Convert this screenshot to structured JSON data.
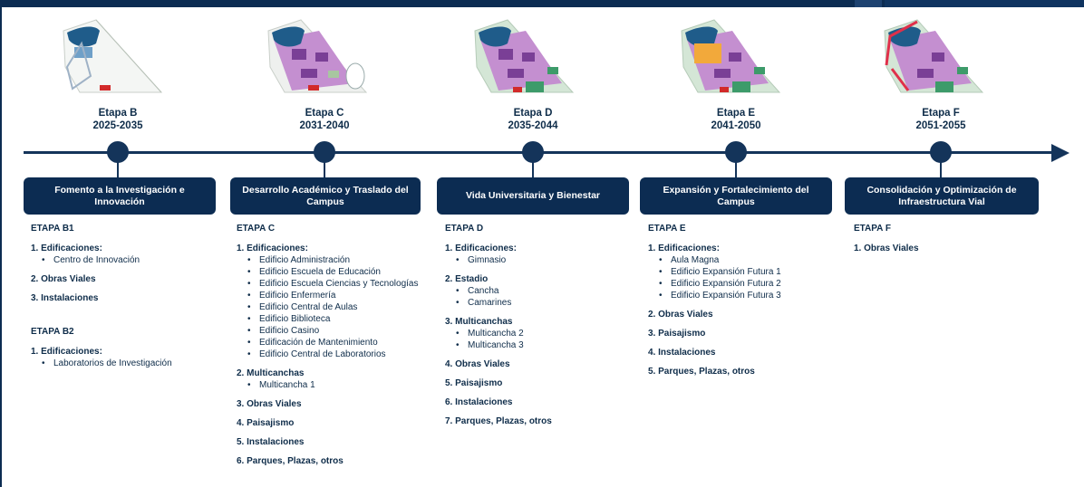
{
  "colors": {
    "navy": "#0c2c52",
    "line": "#14345a",
    "text": "#0f2d4a"
  },
  "stages": [
    {
      "title": "Etapa B",
      "years": "2025-2035",
      "banner": "Fomento a la Investigación e Innovación",
      "sections": [
        {
          "title": "ETAPA B1",
          "groups": [
            {
              "heading": "1. Edificaciones:",
              "items": [
                "Centro de Innovación"
              ]
            },
            {
              "heading": "2. Obras Viales",
              "items": []
            },
            {
              "heading": "3. Instalaciones",
              "items": []
            }
          ]
        },
        {
          "title": "ETAPA B2",
          "groups": [
            {
              "heading": "1. Edificaciones:",
              "items": [
                "Laboratorios de Investigación"
              ]
            }
          ]
        }
      ]
    },
    {
      "title": "Etapa C",
      "years": "2031-2040",
      "banner": "Desarrollo Académico y Traslado del Campus",
      "sections": [
        {
          "title": "ETAPA C",
          "groups": [
            {
              "heading": "1. Edificaciones:",
              "items": [
                "Edificio Administración",
                "Edificio Escuela de Educación",
                "Edificio Escuela Ciencias y Tecnologías",
                "Edificio Enfermería",
                "Edificio Central de Aulas",
                "Edificio Biblioteca",
                "Edificio Casino",
                "Edificación de Mantenimiento",
                "Edificio Central de Laboratorios"
              ]
            },
            {
              "heading": "2. Multicanchas",
              "items": [
                "Multicancha 1"
              ]
            },
            {
              "heading": "3. Obras Viales",
              "items": []
            },
            {
              "heading": "4. Paisajismo",
              "items": []
            },
            {
              "heading": "5. Instalaciones",
              "items": []
            },
            {
              "heading": "6. Parques, Plazas, otros",
              "items": []
            }
          ]
        }
      ]
    },
    {
      "title": "Etapa D",
      "years": "2035-2044",
      "banner": "Vida Universitaria y Bienestar",
      "sections": [
        {
          "title": "ETAPA D",
          "groups": [
            {
              "heading": "1. Edificaciones:",
              "items": [
                "Gimnasio"
              ]
            },
            {
              "heading": "2. Estadio",
              "items": [
                "Cancha",
                "Camarines"
              ]
            },
            {
              "heading": "3. Multicanchas",
              "items": [
                "Multicancha 2",
                "Multicancha 3"
              ]
            },
            {
              "heading": "4. Obras Viales",
              "items": []
            },
            {
              "heading": "5. Paisajismo",
              "items": []
            },
            {
              "heading": "6. Instalaciones",
              "items": []
            },
            {
              "heading": "7. Parques, Plazas, otros",
              "items": []
            }
          ]
        }
      ]
    },
    {
      "title": "Etapa E",
      "years": "2041-2050",
      "banner": "Expansión y Fortalecimiento del Campus",
      "sections": [
        {
          "title": "ETAPA E",
          "groups": [
            {
              "heading": "1. Edificaciones:",
              "items": [
                "Aula Magna",
                "Edificio Expansión Futura 1",
                "Edificio Expansión Futura 2",
                "Edificio Expansión Futura 3"
              ]
            },
            {
              "heading": "2. Obras Viales",
              "items": []
            },
            {
              "heading": "3. Paisajismo",
              "items": []
            },
            {
              "heading": "4. Instalaciones",
              "items": []
            },
            {
              "heading": "5. Parques, Plazas, otros",
              "items": []
            }
          ]
        }
      ]
    },
    {
      "title": "Etapa F",
      "years": "2051-2055",
      "banner": "Consolidación y Optimización de Infraestructura Vial",
      "sections": [
        {
          "title": "ETAPA F",
          "groups": [
            {
              "heading": "1. Obras Viales",
              "items": []
            }
          ]
        }
      ]
    }
  ]
}
